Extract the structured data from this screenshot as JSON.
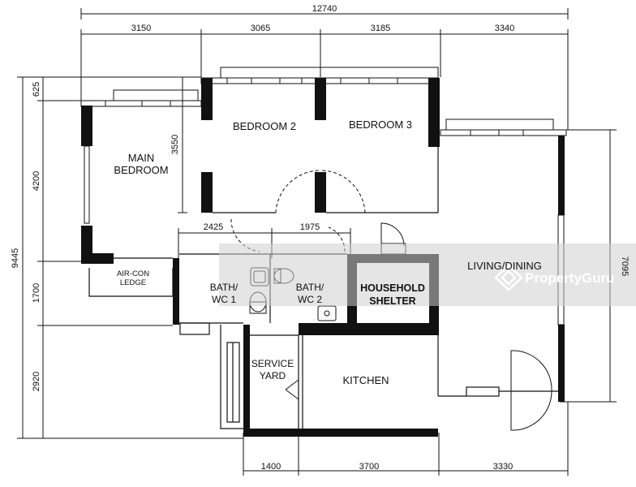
{
  "dimensions": {
    "overall_width": "12740",
    "top": [
      "3150",
      "3065",
      "3185",
      "3340"
    ],
    "inner": [
      "2425",
      "1975"
    ],
    "bottom": [
      "1400",
      "3700",
      "3330"
    ],
    "left_total": "9445",
    "left": [
      "625",
      "4200",
      "1700",
      "2920"
    ],
    "bedroom_depth": "3550",
    "right": "7095"
  },
  "rooms": {
    "bedroom2": "BEDROOM 2",
    "bedroom3": "BEDROOM 3",
    "main_line1": "MAIN",
    "main_line2": "BEDROOM",
    "aircon_line1": "AIR-CON",
    "aircon_line2": "LEDGE",
    "bath1_line1": "BATH/",
    "bath1_line2": "WC 1",
    "bath2_line1": "BATH/",
    "bath2_line2": "WC 2",
    "shelter_line1": "HOUSEHOLD",
    "shelter_line2": "SHELTER",
    "living": "LIVING/DINING",
    "service_line1": "SERVICE",
    "service_line2": "YARD",
    "kitchen": "KITCHEN"
  },
  "watermark": {
    "brand": "PropertyGuru",
    "icon": "propertyguru-logo-icon"
  }
}
